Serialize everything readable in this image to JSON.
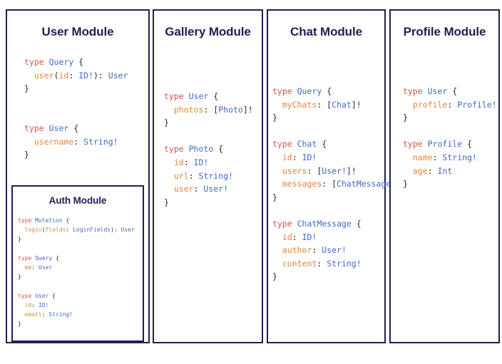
{
  "diagram": {
    "type": "graphql-schema-modules",
    "background_color": "#ffffff",
    "border_color": "#1f1f52",
    "title_color": "#1f1f52",
    "syntax_colors": {
      "keyword": "#d9534f",
      "type_name": "#4169c8",
      "field_name": "#e8833a",
      "punctuation": "#24292e"
    }
  },
  "modules": [
    {
      "id": "user",
      "title": "User Module",
      "code_lines": [
        [
          {
            "t": "type ",
            "c": "kw"
          },
          {
            "t": "Query",
            "c": "type"
          },
          {
            "t": " {",
            "c": "punc"
          }
        ],
        [
          {
            "t": "  ",
            "c": "punc"
          },
          {
            "t": "user",
            "c": "field"
          },
          {
            "t": "(",
            "c": "punc"
          },
          {
            "t": "id",
            "c": "field"
          },
          {
            "t": ": ",
            "c": "punc"
          },
          {
            "t": "ID!",
            "c": "type"
          },
          {
            "t": "): ",
            "c": "punc"
          },
          {
            "t": "User",
            "c": "type"
          }
        ],
        [
          {
            "t": "}",
            "c": "punc"
          }
        ],
        [
          {
            "t": "",
            "c": "punc"
          }
        ],
        [
          {
            "t": "",
            "c": "punc"
          }
        ],
        [
          {
            "t": "type ",
            "c": "kw"
          },
          {
            "t": "User",
            "c": "type"
          },
          {
            "t": " {",
            "c": "punc"
          }
        ],
        [
          {
            "t": "  ",
            "c": "punc"
          },
          {
            "t": "username",
            "c": "field"
          },
          {
            "t": ": ",
            "c": "punc"
          },
          {
            "t": "String!",
            "c": "type"
          }
        ],
        [
          {
            "t": "}",
            "c": "punc"
          }
        ]
      ],
      "sub_module": {
        "id": "auth",
        "title": "Auth Module",
        "code_lines": [
          [
            {
              "t": "type ",
              "c": "kw"
            },
            {
              "t": "Mutation",
              "c": "type"
            },
            {
              "t": " {",
              "c": "punc"
            }
          ],
          [
            {
              "t": "  ",
              "c": "punc"
            },
            {
              "t": "login",
              "c": "field"
            },
            {
              "t": "(",
              "c": "punc"
            },
            {
              "t": "fields",
              "c": "field"
            },
            {
              "t": ": ",
              "c": "punc"
            },
            {
              "t": "LoginFields",
              "c": "type"
            },
            {
              "t": "): ",
              "c": "punc"
            },
            {
              "t": "User",
              "c": "type"
            }
          ],
          [
            {
              "t": "}",
              "c": "punc"
            }
          ],
          [
            {
              "t": "",
              "c": "punc"
            }
          ],
          [
            {
              "t": "type ",
              "c": "kw"
            },
            {
              "t": "Query",
              "c": "type"
            },
            {
              "t": " {",
              "c": "punc"
            }
          ],
          [
            {
              "t": "  ",
              "c": "punc"
            },
            {
              "t": "me",
              "c": "field"
            },
            {
              "t": ": ",
              "c": "punc"
            },
            {
              "t": "User",
              "c": "type"
            }
          ],
          [
            {
              "t": "}",
              "c": "punc"
            }
          ],
          [
            {
              "t": "",
              "c": "punc"
            }
          ],
          [
            {
              "t": "type ",
              "c": "kw"
            },
            {
              "t": "User",
              "c": "type"
            },
            {
              "t": " {",
              "c": "punc"
            }
          ],
          [
            {
              "t": "  ",
              "c": "punc"
            },
            {
              "t": "id",
              "c": "field"
            },
            {
              "t": ": ",
              "c": "punc"
            },
            {
              "t": "ID!",
              "c": "type"
            }
          ],
          [
            {
              "t": "  ",
              "c": "punc"
            },
            {
              "t": "email",
              "c": "field"
            },
            {
              "t": ": ",
              "c": "punc"
            },
            {
              "t": "String!",
              "c": "type"
            }
          ],
          [
            {
              "t": "}",
              "c": "punc"
            }
          ]
        ]
      }
    },
    {
      "id": "gallery",
      "title": "Gallery Module",
      "code_lines": [
        [
          {
            "t": "type ",
            "c": "kw"
          },
          {
            "t": "User",
            "c": "type"
          },
          {
            "t": " {",
            "c": "punc"
          }
        ],
        [
          {
            "t": "  ",
            "c": "punc"
          },
          {
            "t": "photos",
            "c": "field"
          },
          {
            "t": ": [",
            "c": "punc"
          },
          {
            "t": "Photo",
            "c": "type"
          },
          {
            "t": "]!",
            "c": "punc"
          }
        ],
        [
          {
            "t": "}",
            "c": "punc"
          }
        ],
        [
          {
            "t": "",
            "c": "punc"
          }
        ],
        [
          {
            "t": "type ",
            "c": "kw"
          },
          {
            "t": "Photo",
            "c": "type"
          },
          {
            "t": " {",
            "c": "punc"
          }
        ],
        [
          {
            "t": "  ",
            "c": "punc"
          },
          {
            "t": "id",
            "c": "field"
          },
          {
            "t": ": ",
            "c": "punc"
          },
          {
            "t": "ID!",
            "c": "type"
          }
        ],
        [
          {
            "t": "  ",
            "c": "punc"
          },
          {
            "t": "url",
            "c": "field"
          },
          {
            "t": ": ",
            "c": "punc"
          },
          {
            "t": "String!",
            "c": "type"
          }
        ],
        [
          {
            "t": "  ",
            "c": "punc"
          },
          {
            "t": "user",
            "c": "field"
          },
          {
            "t": ": ",
            "c": "punc"
          },
          {
            "t": "User!",
            "c": "type"
          }
        ],
        [
          {
            "t": "}",
            "c": "punc"
          }
        ]
      ]
    },
    {
      "id": "chat",
      "title": "Chat Module",
      "code_lines": [
        [
          {
            "t": "type ",
            "c": "kw"
          },
          {
            "t": "Query",
            "c": "type"
          },
          {
            "t": " {",
            "c": "punc"
          }
        ],
        [
          {
            "t": "  ",
            "c": "punc"
          },
          {
            "t": "myChats",
            "c": "field"
          },
          {
            "t": ": [",
            "c": "punc"
          },
          {
            "t": "Chat",
            "c": "type"
          },
          {
            "t": "]!",
            "c": "punc"
          }
        ],
        [
          {
            "t": "}",
            "c": "punc"
          }
        ],
        [
          {
            "t": "",
            "c": "punc"
          }
        ],
        [
          {
            "t": "type ",
            "c": "kw"
          },
          {
            "t": "Chat",
            "c": "type"
          },
          {
            "t": " {",
            "c": "punc"
          }
        ],
        [
          {
            "t": "  ",
            "c": "punc"
          },
          {
            "t": "id",
            "c": "field"
          },
          {
            "t": ": ",
            "c": "punc"
          },
          {
            "t": "ID!",
            "c": "type"
          }
        ],
        [
          {
            "t": "  ",
            "c": "punc"
          },
          {
            "t": "users",
            "c": "field"
          },
          {
            "t": ": [",
            "c": "punc"
          },
          {
            "t": "User!",
            "c": "type"
          },
          {
            "t": "]!",
            "c": "punc"
          }
        ],
        [
          {
            "t": "  ",
            "c": "punc"
          },
          {
            "t": "messages",
            "c": "field"
          },
          {
            "t": ": [",
            "c": "punc"
          },
          {
            "t": "ChatMessage",
            "c": "type"
          },
          {
            "t": "]!",
            "c": "punc"
          }
        ],
        [
          {
            "t": "}",
            "c": "punc"
          }
        ],
        [
          {
            "t": "",
            "c": "punc"
          }
        ],
        [
          {
            "t": "type ",
            "c": "kw"
          },
          {
            "t": "ChatMessage",
            "c": "type"
          },
          {
            "t": " {",
            "c": "punc"
          }
        ],
        [
          {
            "t": "  ",
            "c": "punc"
          },
          {
            "t": "id",
            "c": "field"
          },
          {
            "t": ": ",
            "c": "punc"
          },
          {
            "t": "ID!",
            "c": "type"
          }
        ],
        [
          {
            "t": "  ",
            "c": "punc"
          },
          {
            "t": "author",
            "c": "field"
          },
          {
            "t": ": ",
            "c": "punc"
          },
          {
            "t": "User!",
            "c": "type"
          }
        ],
        [
          {
            "t": "  ",
            "c": "punc"
          },
          {
            "t": "content",
            "c": "field"
          },
          {
            "t": ": ",
            "c": "punc"
          },
          {
            "t": "String!",
            "c": "type"
          }
        ],
        [
          {
            "t": "}",
            "c": "punc"
          }
        ]
      ]
    },
    {
      "id": "profile",
      "title": "Profile Module",
      "code_lines": [
        [
          {
            "t": "type ",
            "c": "kw"
          },
          {
            "t": "User",
            "c": "type"
          },
          {
            "t": " {",
            "c": "punc"
          }
        ],
        [
          {
            "t": "  ",
            "c": "punc"
          },
          {
            "t": "profile",
            "c": "field"
          },
          {
            "t": ": ",
            "c": "punc"
          },
          {
            "t": "Profile!",
            "c": "type"
          }
        ],
        [
          {
            "t": "}",
            "c": "punc"
          }
        ],
        [
          {
            "t": "",
            "c": "punc"
          }
        ],
        [
          {
            "t": "type ",
            "c": "kw"
          },
          {
            "t": "Profile",
            "c": "type"
          },
          {
            "t": " {",
            "c": "punc"
          }
        ],
        [
          {
            "t": "  ",
            "c": "punc"
          },
          {
            "t": "name",
            "c": "field"
          },
          {
            "t": ": ",
            "c": "punc"
          },
          {
            "t": "String!",
            "c": "type"
          }
        ],
        [
          {
            "t": "  ",
            "c": "punc"
          },
          {
            "t": "age",
            "c": "field"
          },
          {
            "t": ": ",
            "c": "punc"
          },
          {
            "t": "Int",
            "c": "type"
          }
        ],
        [
          {
            "t": "}",
            "c": "punc"
          }
        ]
      ]
    }
  ]
}
